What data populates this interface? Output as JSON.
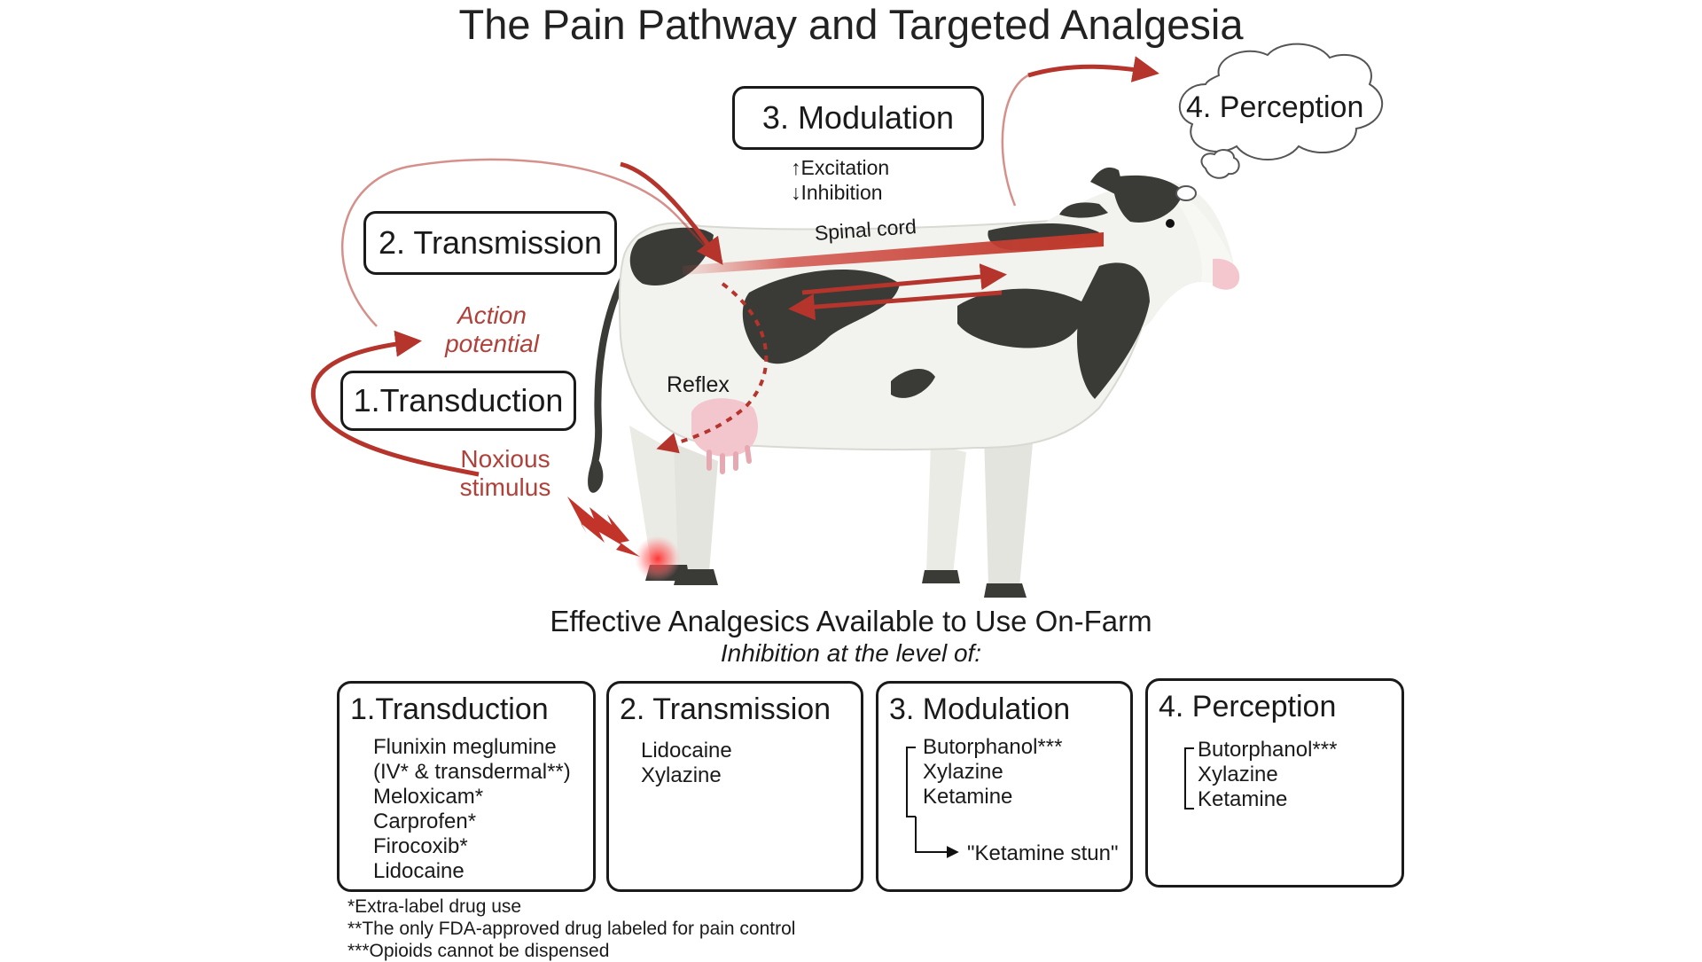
{
  "title": "The Pain Pathway and Targeted Analgesia",
  "stages": {
    "transduction": "1.Transduction",
    "transmission": "2. Transmission",
    "modulation": "3. Modulation",
    "perception": "4. Perception"
  },
  "modulation_notes": {
    "excitation": "↑Excitation",
    "inhibition": "↓Inhibition"
  },
  "labels": {
    "action_potential_line1": "Action",
    "action_potential_line2": "potential",
    "noxious_line1": "Noxious",
    "noxious_line2": "stimulus",
    "reflex": "Reflex",
    "spinal_cord": "Spinal cord"
  },
  "section": {
    "title": "Effective Analgesics Available to Use On-Farm",
    "subtitle": "Inhibition at the level of:"
  },
  "drug_boxes": [
    {
      "heading": "1.Transduction",
      "drugs": [
        "Flunixin meglumine",
        "(IV* & transdermal**)",
        "Meloxicam*",
        "Carprofen*",
        "Firocoxib*",
        "Lidocaine"
      ]
    },
    {
      "heading": "2. Transmission",
      "drugs": [
        "Lidocaine",
        "Xylazine"
      ]
    },
    {
      "heading": "3. Modulation",
      "drugs": [
        "Butorphanol***",
        "Xylazine",
        "Ketamine"
      ],
      "extra": "\"Ketamine stun\""
    },
    {
      "heading": "4. Perception",
      "drugs": [
        "Butorphanol***",
        "Xylazine",
        "Ketamine"
      ]
    }
  ],
  "footnotes": [
    "*Extra-label drug use",
    "**The only FDA-approved drug labeled for pain control",
    "***Opioids cannot be dispensed"
  ],
  "colors": {
    "pathway_red": "#b5342c",
    "label_red": "#b0413a",
    "cow_black": "#3a3a36",
    "cow_white": "#f2f2ee",
    "udder_pink": "#f2c6cc",
    "text": "#1a1a1a"
  },
  "icons": [
    "cow-illustration",
    "lightning-icon",
    "thought-cloud-icon",
    "pain-spot-icon"
  ]
}
